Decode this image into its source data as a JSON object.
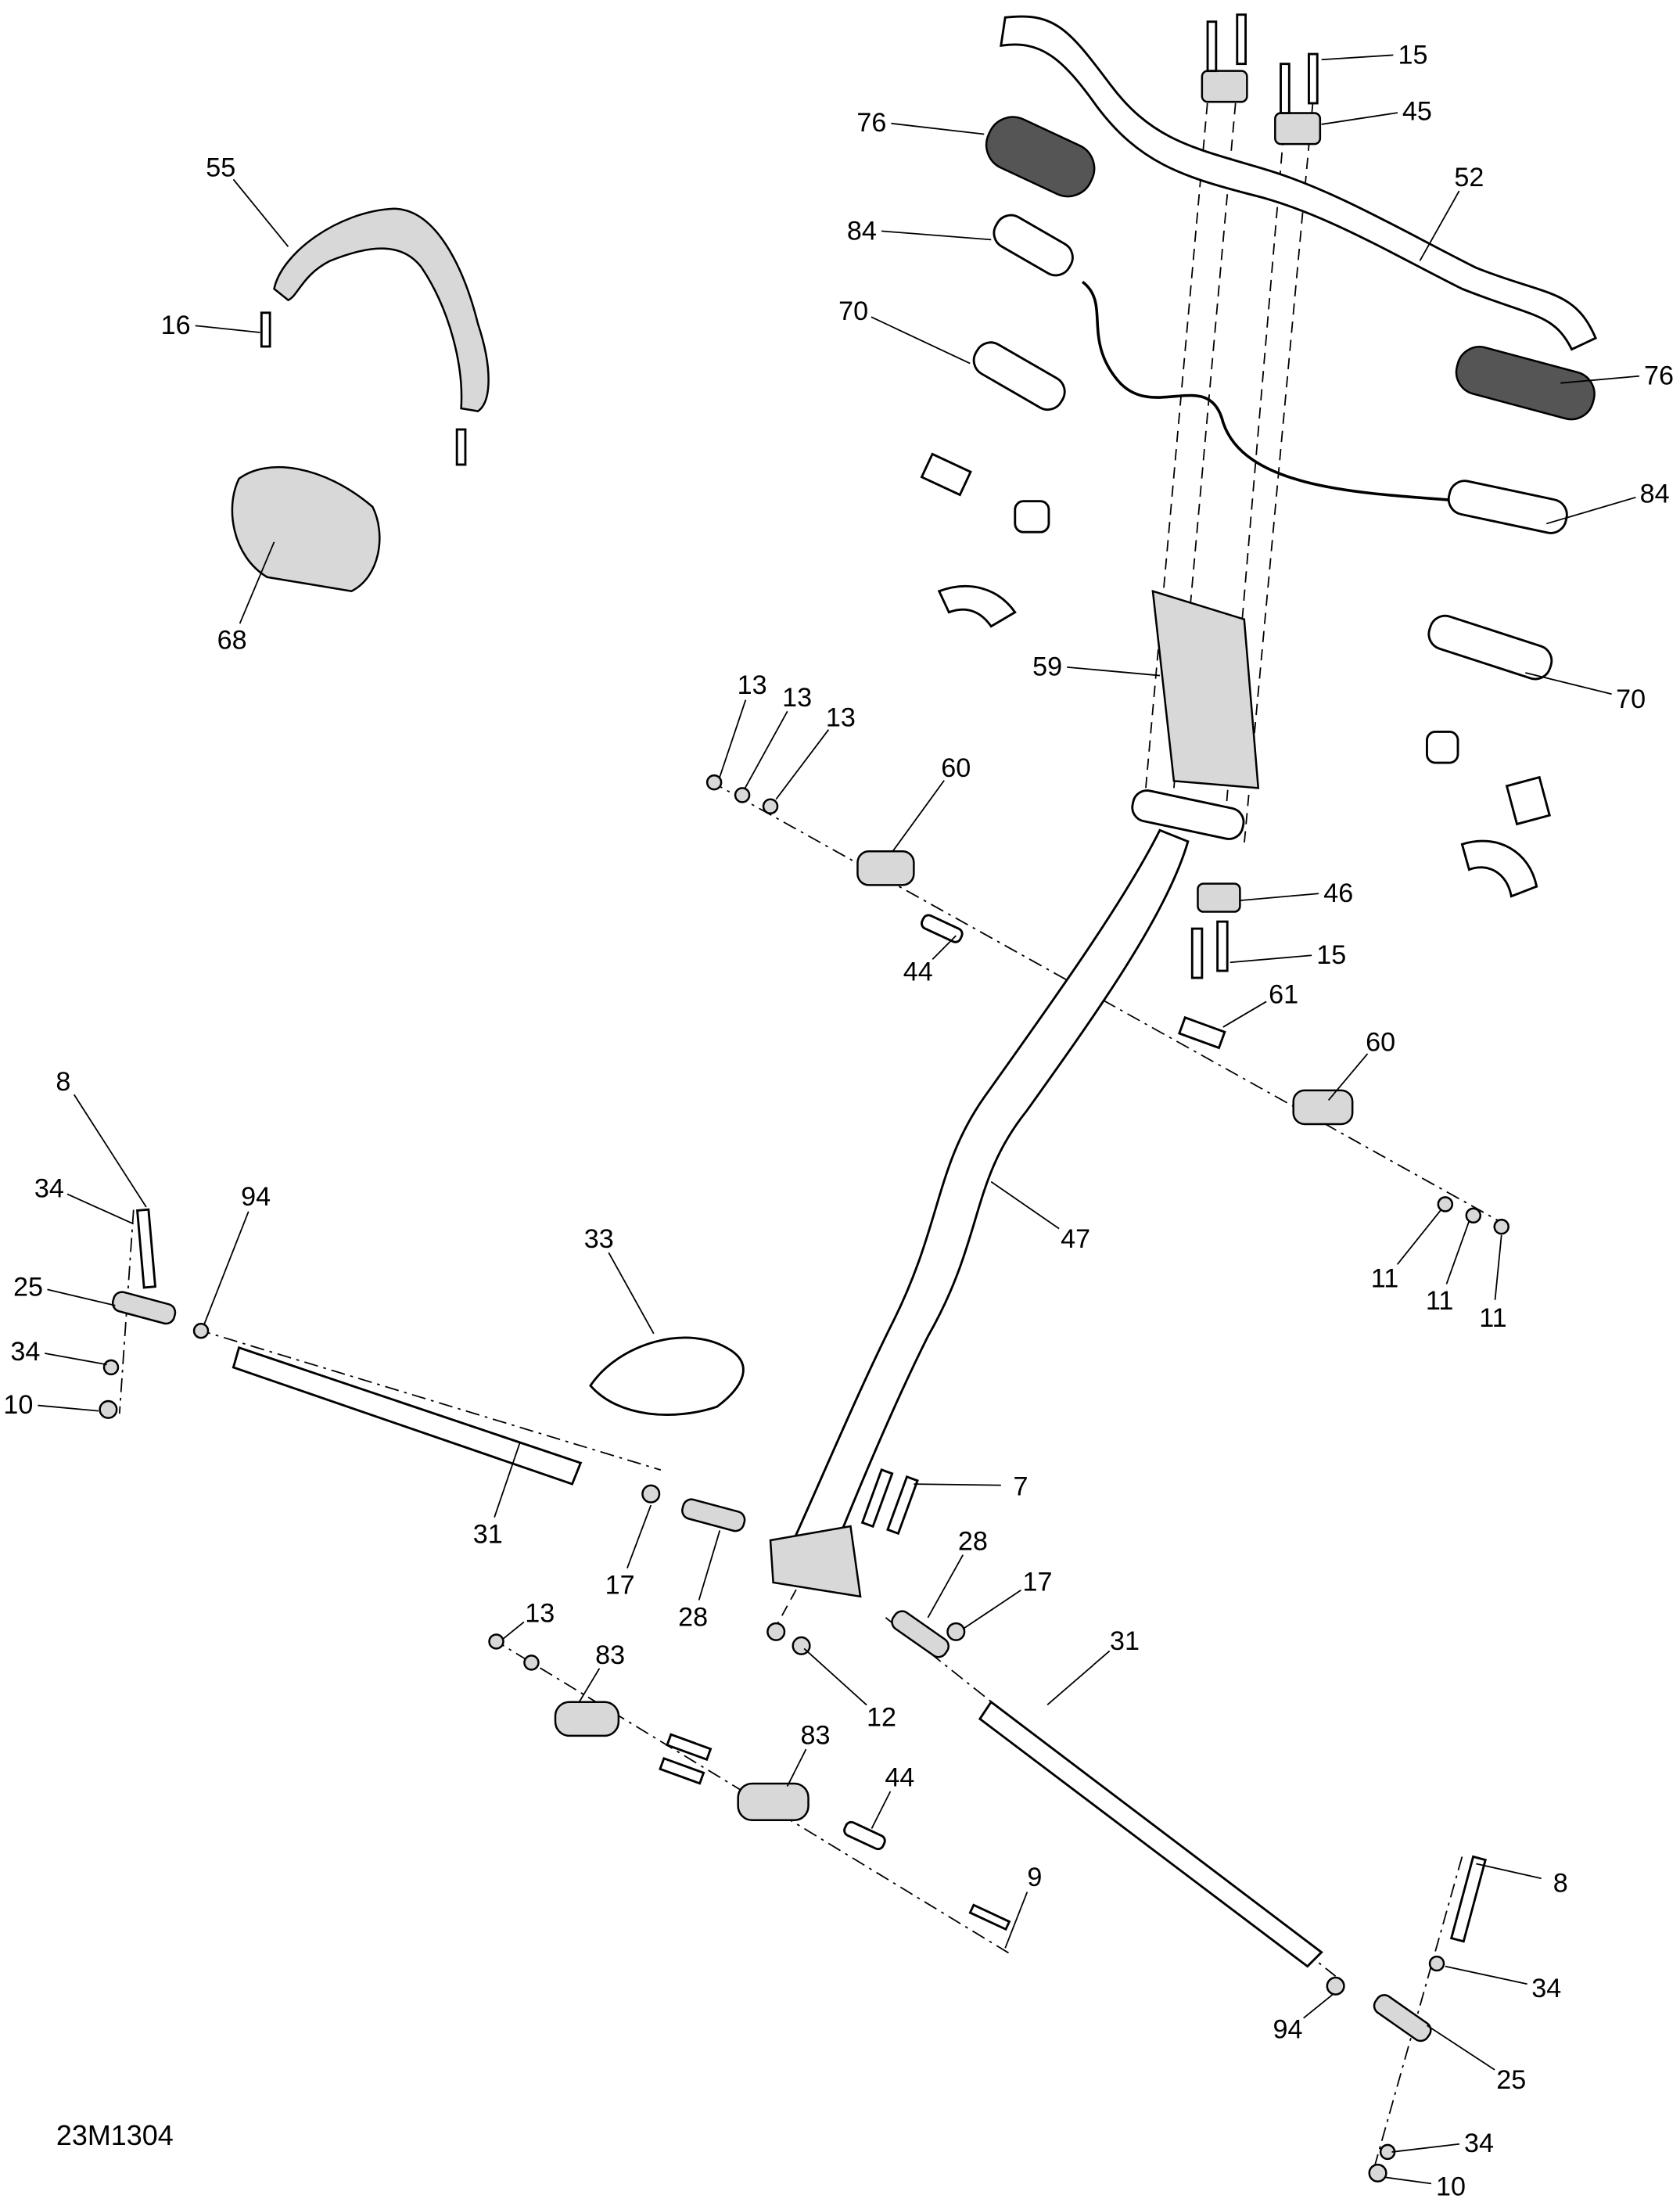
{
  "diagram_code": "23M1304",
  "callouts": [
    "15",
    "76",
    "45",
    "55",
    "52",
    "84",
    "16",
    "70",
    "76",
    "84",
    "68",
    "59",
    "70",
    "13",
    "13",
    "13",
    "60",
    "46",
    "15",
    "44",
    "61",
    "60",
    "8",
    "94",
    "47",
    "33",
    "34",
    "25",
    "11",
    "11",
    "11",
    "34",
    "10",
    "7",
    "31",
    "28",
    "17",
    "28",
    "17",
    "31",
    "13",
    "83",
    "12",
    "83",
    "44",
    "9",
    "8",
    "34",
    "94",
    "25",
    "34",
    "10"
  ]
}
